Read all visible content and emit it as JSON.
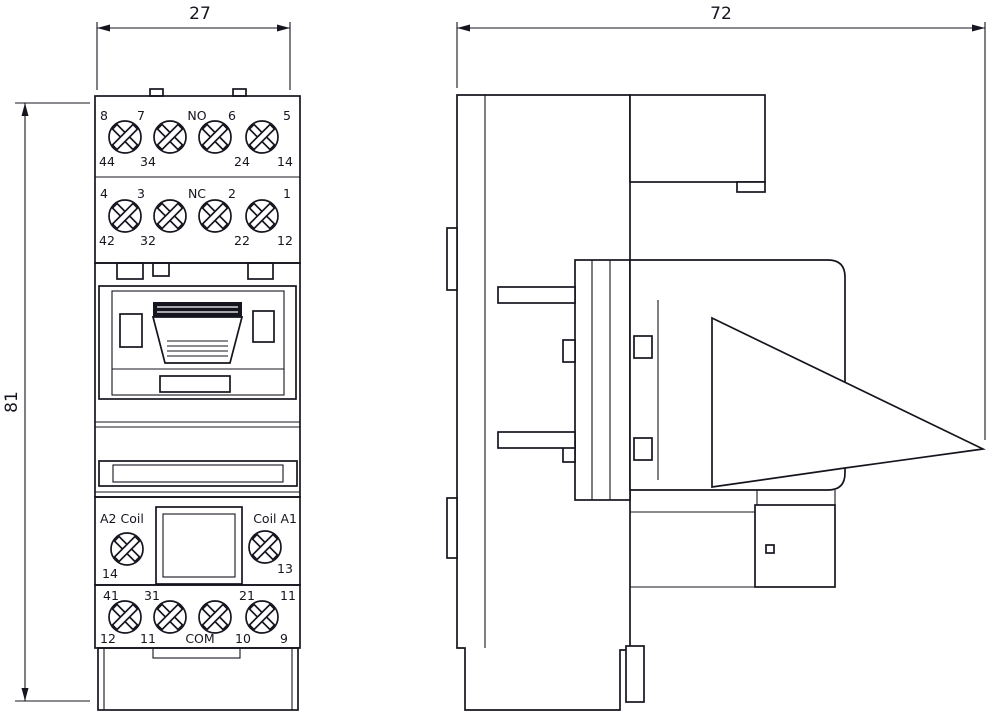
{
  "drawing": {
    "dimensions": {
      "front_width": "27",
      "front_height": "81",
      "side_depth": "72"
    },
    "front_view": {
      "no_row": {
        "above": [
          "8",
          "7",
          "NO",
          "6",
          "5"
        ],
        "below": [
          "44",
          "34",
          "24",
          "14"
        ]
      },
      "nc_row": {
        "above": [
          "4",
          "3",
          "NC",
          "2",
          "1"
        ],
        "below": [
          "42",
          "32",
          "22",
          "12"
        ]
      },
      "coil": {
        "left_label": "A2 Coil",
        "right_label": "Coil A1",
        "below": [
          "14",
          "13"
        ]
      },
      "com_row": {
        "above": [
          "41",
          "31",
          "21",
          "11"
        ],
        "below": [
          "12",
          "11",
          "COM",
          "10",
          "9"
        ]
      }
    }
  }
}
